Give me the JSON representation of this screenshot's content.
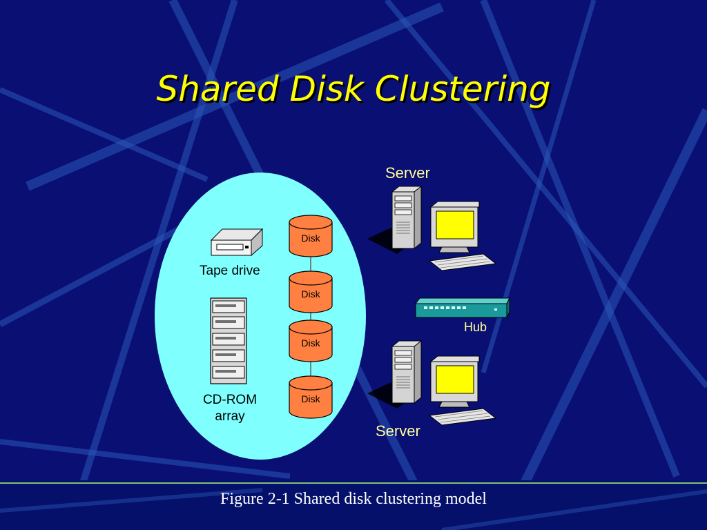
{
  "slide": {
    "title": "Shared Disk Clustering",
    "caption": "Figure 2-1  Shared disk clustering model"
  },
  "diagram": {
    "tape_drive_label": "Tape drive",
    "cdrom_label_line1": "CD-ROM",
    "cdrom_label_line2": "array",
    "disk_label": "Disk",
    "disks": [
      "Disk",
      "Disk",
      "Disk",
      "Disk"
    ],
    "server_top_label": "Server",
    "server_bottom_label": "Server",
    "hub_label": "Hub"
  },
  "colors": {
    "background": "#0a0f74",
    "title": "#ffff00",
    "ellipse": "#80ffff",
    "disk": "#ff8040",
    "server_label": "#ffff99",
    "screen": "#ffff00",
    "hub": "#1a9a9a"
  }
}
